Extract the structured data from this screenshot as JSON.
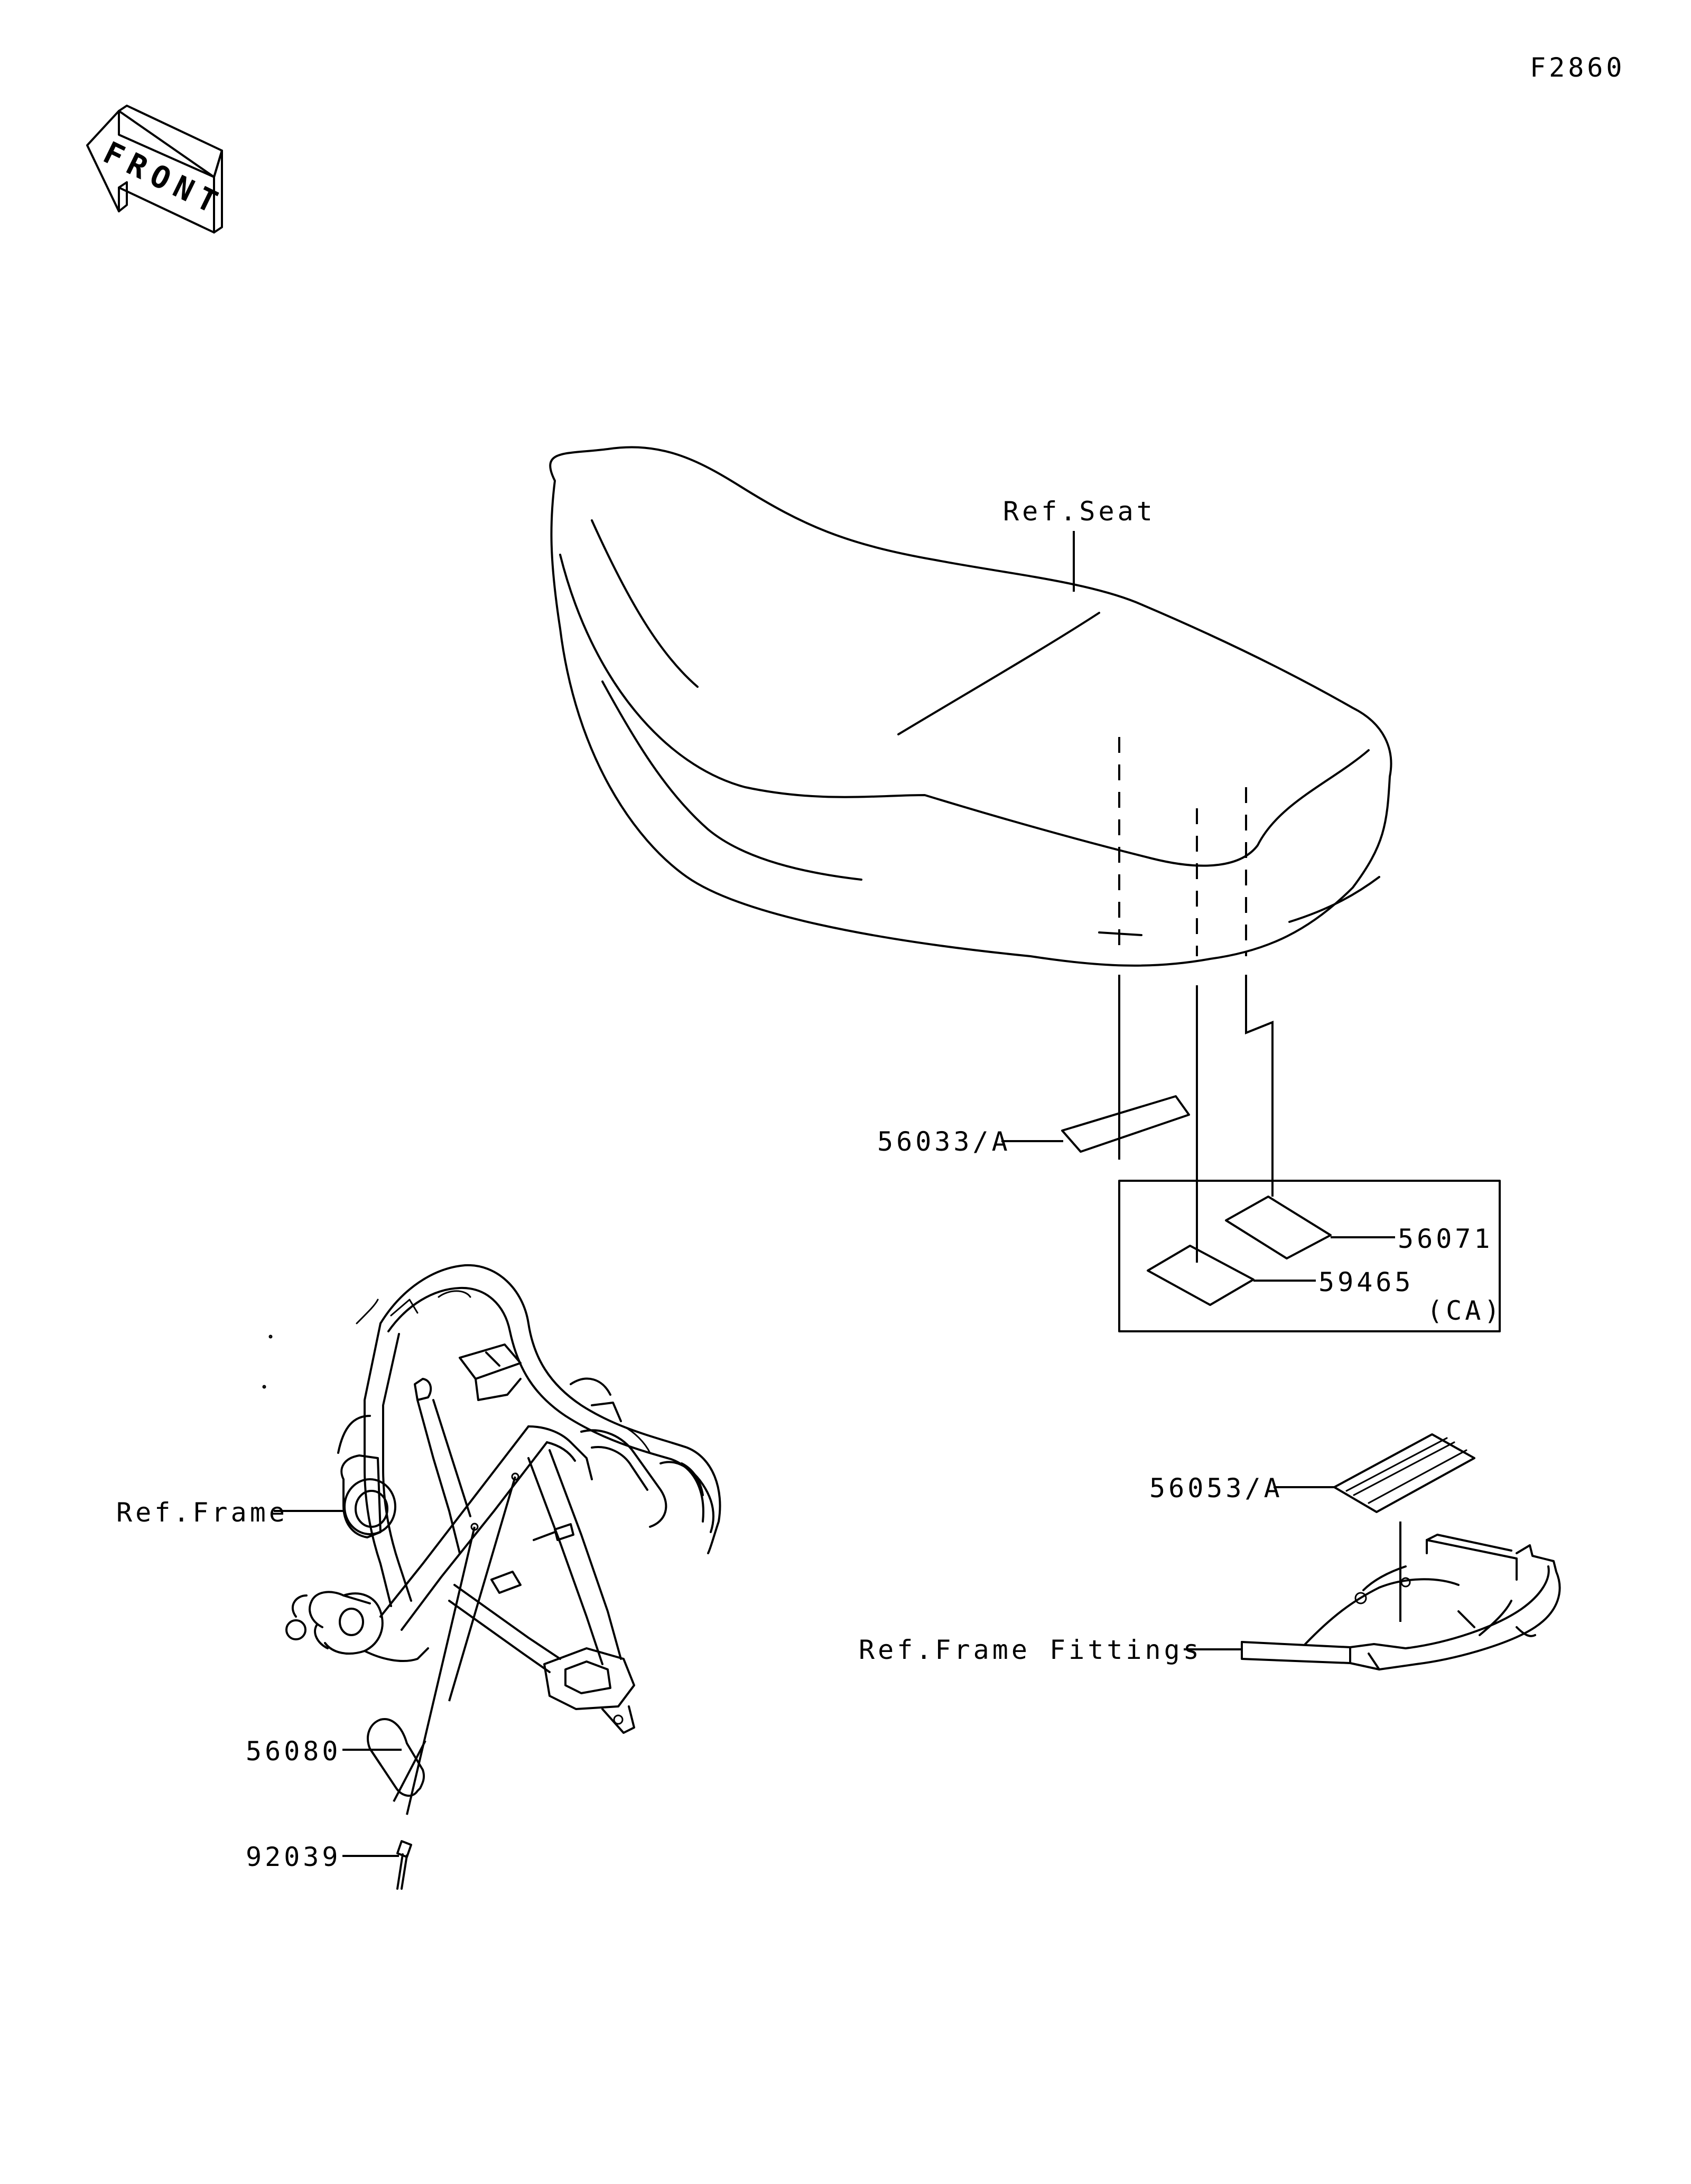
{
  "figure_code": "F2860",
  "front_arrow": {
    "label": "FRONT",
    "icon": "front-direction-arrow-icon"
  },
  "labels": {
    "ref_seat": "Ref.Seat",
    "ref_frame": "Ref.Frame",
    "ref_frame_fittings": "Ref.Frame Fittings",
    "part_56033a": "56033/A",
    "part_56071": "56071",
    "part_59465": "59465",
    "region_ca": "(CA)",
    "part_56053a": "56053/A",
    "part_56080": "56080",
    "part_92039": "92039"
  },
  "colors": {
    "ink": "#000000",
    "paper": "#ffffff"
  }
}
